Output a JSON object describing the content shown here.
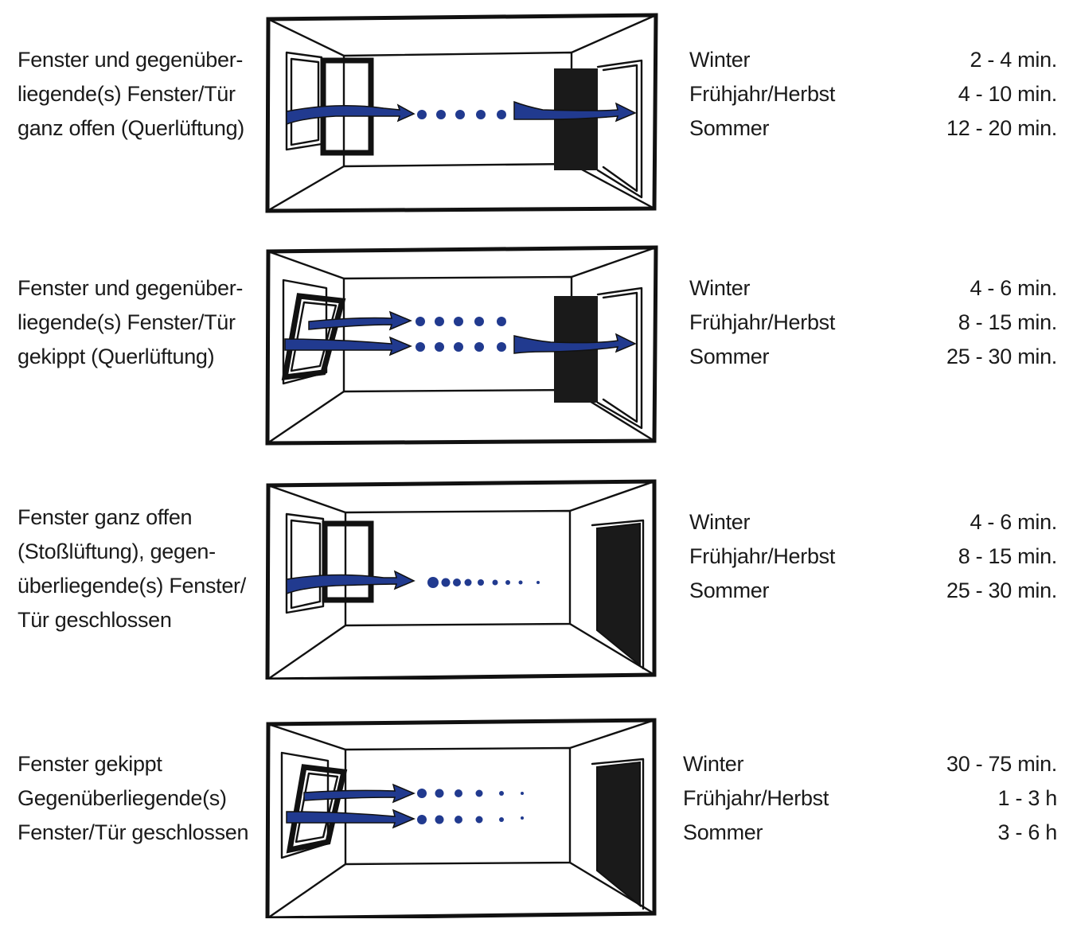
{
  "colors": {
    "airflow": "#213a8f",
    "line": "#111111",
    "door": "#1a1a1a",
    "background": "#ffffff"
  },
  "rows": [
    {
      "description": [
        "Fenster und gegenüber-",
        "liegende(s) Fenster/Tür",
        "ganz offen (Querlüftung)"
      ],
      "window": "open",
      "door": "open",
      "seasons": [
        "Winter",
        "Frühjahr/Herbst",
        "Sommer"
      ],
      "durations": [
        "2 - 4 min.",
        "4 - 10 min.",
        "12 - 20 min."
      ]
    },
    {
      "description": [
        "Fenster und gegenüber-",
        "liegende(s) Fenster/Tür",
        "gekippt (Querlüftung)"
      ],
      "window": "tilted",
      "door": "open",
      "seasons": [
        "Winter",
        "Frühjahr/Herbst",
        "Sommer"
      ],
      "durations": [
        "4 - 6 min.",
        "8 - 15 min.",
        "25 - 30 min."
      ]
    },
    {
      "description": [
        "Fenster ganz offen",
        "(Stoßlüftung), gegen-",
        "überliegende(s) Fenster/",
        "Tür geschlossen"
      ],
      "window": "open",
      "door": "closed",
      "seasons": [
        "Winter",
        "Frühjahr/Herbst",
        "Sommer"
      ],
      "durations": [
        "4 - 6 min.",
        "8 - 15 min.",
        "25 - 30 min."
      ]
    },
    {
      "description": [
        "Fenster gekippt",
        "Gegenüberliegende(s)",
        "Fenster/Tür geschlossen"
      ],
      "window": "tilted",
      "door": "closed",
      "seasons": [
        "Winter",
        "Frühjahr/Herbst",
        "Sommer"
      ],
      "durations": [
        "30 - 75 min.",
        "1 - 3 h",
        "3 - 6 h"
      ]
    }
  ]
}
